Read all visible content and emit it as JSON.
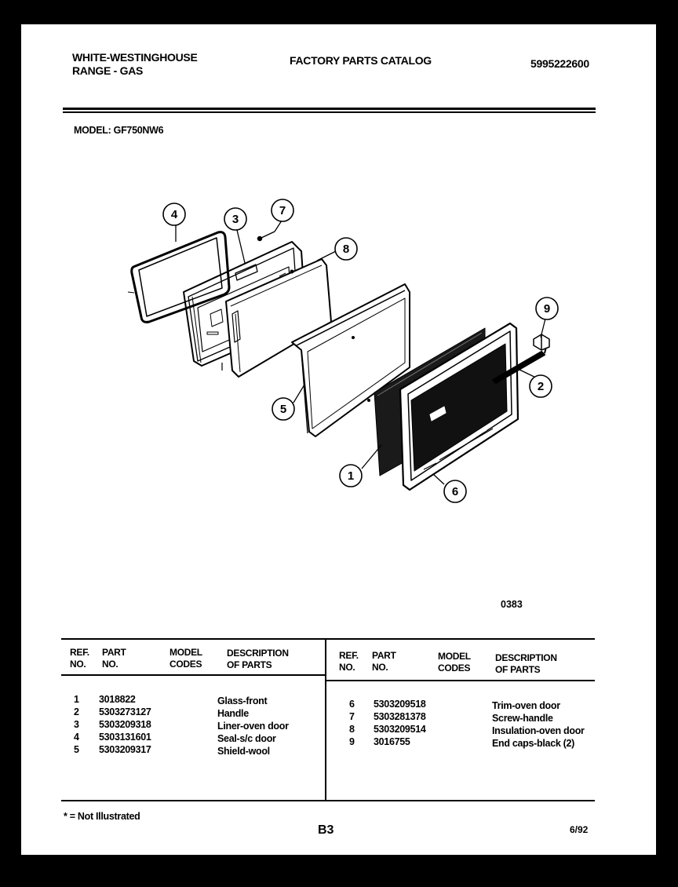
{
  "header": {
    "brand_line1": "WHITE-WESTINGHOUSE",
    "brand_line2": "RANGE - GAS",
    "catalog_title": "FACTORY PARTS CATALOG",
    "catalog_number": "5995222600"
  },
  "model_label": "MODEL: GF750NW6",
  "diagram": {
    "code": "0383",
    "callouts": [
      "1",
      "2",
      "3",
      "4",
      "5",
      "6",
      "7",
      "8",
      "9"
    ]
  },
  "table": {
    "headers": {
      "ref_no": [
        "REF.",
        "NO."
      ],
      "part_no": [
        "PART",
        "NO."
      ],
      "model_codes": [
        "MODEL",
        "CODES"
      ],
      "description": [
        "DESCRIPTION",
        "OF PARTS"
      ]
    },
    "left_rows": [
      {
        "ref": "1",
        "part": "3018822",
        "desc": "Glass-front"
      },
      {
        "ref": "2",
        "part": "5303273127",
        "desc": "Handle"
      },
      {
        "ref": "3",
        "part": "5303209318",
        "desc": "Liner-oven door"
      },
      {
        "ref": "4",
        "part": "5303131601",
        "desc": "Seal-s/c door"
      },
      {
        "ref": "5",
        "part": "5303209317",
        "desc": "Shield-wool"
      }
    ],
    "right_rows": [
      {
        "ref": "6",
        "part": "5303209518",
        "desc": "Trim-oven door"
      },
      {
        "ref": "7",
        "part": "5303281378",
        "desc": "Screw-handle"
      },
      {
        "ref": "8",
        "part": "5303209514",
        "desc": "Insulation-oven door"
      },
      {
        "ref": "9",
        "part": "3016755",
        "desc": "End caps-black (2)"
      }
    ]
  },
  "footer": {
    "note": "* = Not Illustrated",
    "page": "B3",
    "date": "6/92"
  }
}
